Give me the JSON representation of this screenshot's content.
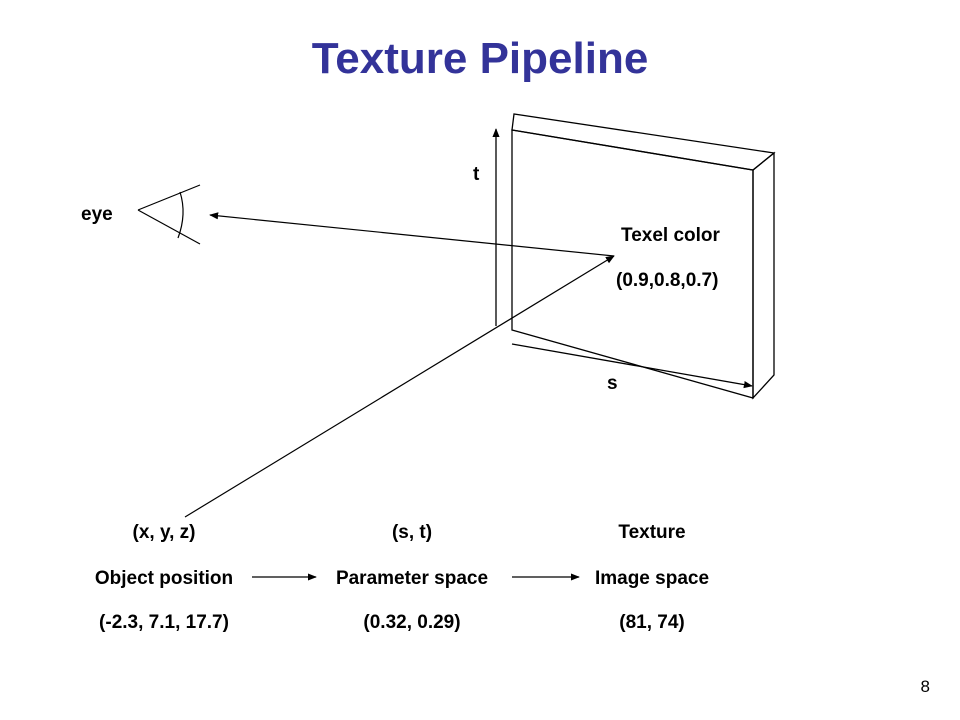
{
  "title": "Texture Pipeline",
  "page_number": "8",
  "labels": {
    "eye": "eye",
    "t_axis": "t",
    "s_axis": "s",
    "texel_color": "Texel color",
    "texel_value": "(0.9,0.8,0.7)"
  },
  "pipeline": {
    "stages": [
      {
        "coords": "(x, y, z)",
        "name": "Object position",
        "value": "(-2.3, 7.1, 17.7)"
      },
      {
        "coords": "(s, t)",
        "name": "Parameter space",
        "value": "(0.32, 0.29)"
      },
      {
        "coords": "Texture",
        "name": "Image space",
        "value": "(81, 74)"
      }
    ]
  }
}
